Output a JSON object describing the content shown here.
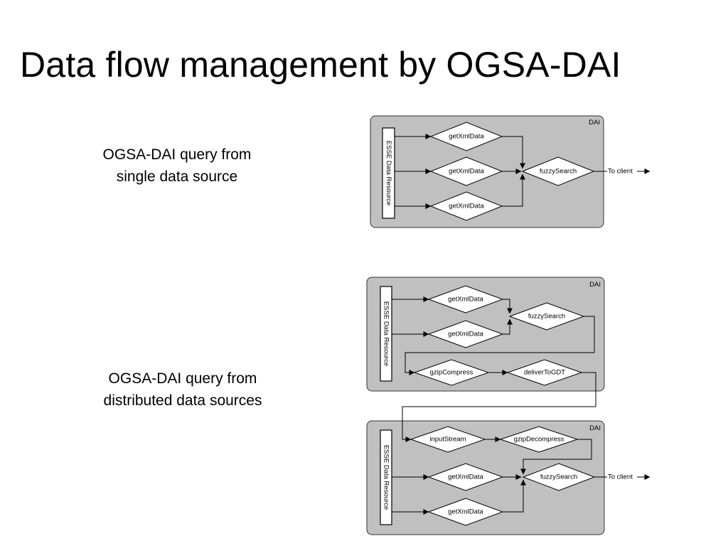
{
  "slide": {
    "title": "Data flow management by OGSA-DAI",
    "captions": {
      "single": [
        "OGSA-DAI query from",
        "single data source"
      ],
      "distributed": [
        "OGSA-DAI query from",
        "distributed data sources"
      ]
    }
  },
  "diagrams": {
    "single_panel": {
      "tag": "DAI",
      "resource": "ESSE Data Resource",
      "activities": [
        "getXmlData",
        "getXmlData",
        "getXmlData"
      ],
      "merge": "fuzzySearch",
      "output": "To client"
    },
    "distributed_top_panel": {
      "tag": "DAI",
      "resource": "ESSE Data Resource",
      "activities": [
        "getXmlData",
        "getXmlData"
      ],
      "merge": "fuzzySearch",
      "compress": "gzipCompress",
      "deliver": "deliverToGDT"
    },
    "distributed_bottom_panel": {
      "tag": "DAI",
      "resource": "ESSE Data Resource",
      "stream": "inputStream",
      "decompress": "gzipDecompress",
      "activities": [
        "getXmlData",
        "getXmlData"
      ],
      "merge": "fuzzySearch",
      "output": "To client"
    }
  }
}
